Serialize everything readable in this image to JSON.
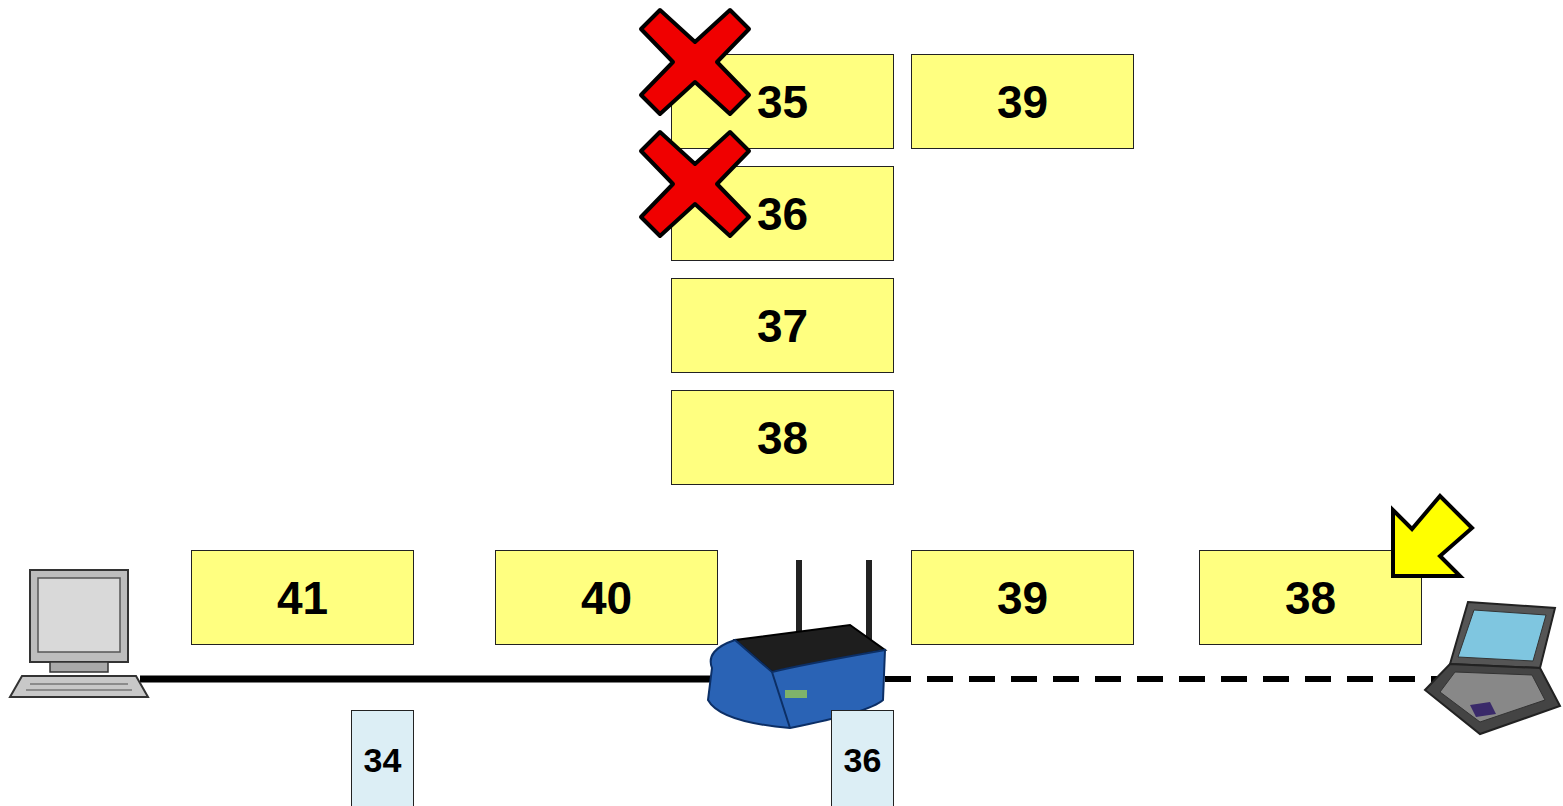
{
  "diagram": {
    "nodes": [
      {
        "text": [
          "35"
        ]
      },
      {
        "text": [
          "39"
        ]
      },
      {
        "text": [
          "36"
        ]
      },
      {
        "text": [
          "37"
        ]
      },
      {
        "text": [
          "38"
        ]
      },
      {
        "text": [
          "41"
        ]
      },
      {
        "text": [
          "40"
        ]
      },
      {
        "text": [
          "39"
        ]
      },
      {
        "text": [
          "38"
        ]
      },
      {
        "text": [
          "34"
        ]
      },
      {
        "text": [
          "36"
        ]
      }
    ]
  }
}
